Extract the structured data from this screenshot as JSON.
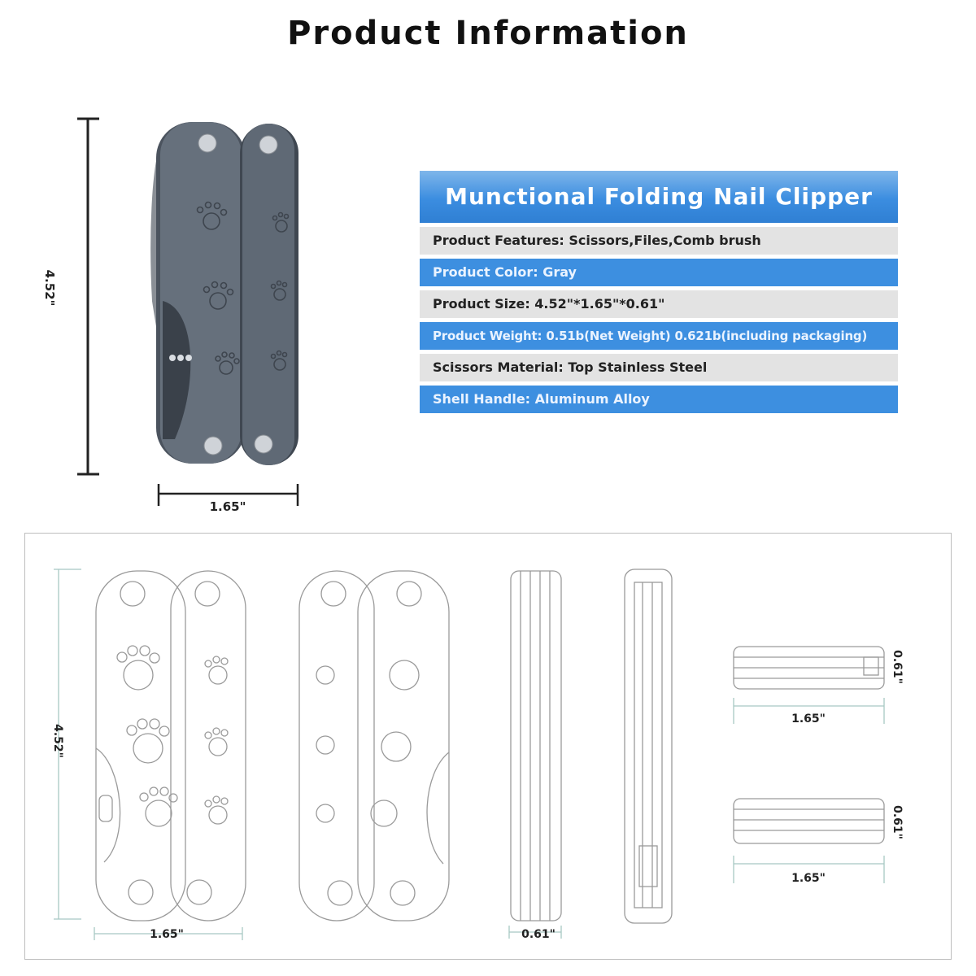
{
  "page": {
    "title": "Product Information"
  },
  "product_photo": {
    "height_label": "4.52\"",
    "width_label": "1.65\""
  },
  "info_table": {
    "header": "Munctional Folding Nail Clipper",
    "rows": [
      {
        "text": "Product Features:  Scissors,Files,Comb brush",
        "style": "gray"
      },
      {
        "text": "Product Color: Gray",
        "style": "blue"
      },
      {
        "text": "Product Size: 4.52\"*1.65\"*0.61\"",
        "style": "gray"
      },
      {
        "text": "Product Weight: 0.51b(Net Weight) 0.621b(including packaging)",
        "style": "blue"
      },
      {
        "text": "Scissors Material: Top Stainless Steel",
        "style": "gray"
      },
      {
        "text": "Shell Handle: Aluminum Alloy",
        "style": "blue"
      }
    ]
  },
  "blueprint": {
    "height_label": "4.52\"",
    "front_width_label": "1.65\"",
    "side_width_label": "0.61\"",
    "top_view_width_label": "1.65\"",
    "top_view_thickness_label": "0.61\"",
    "bottom_view_width_label": "1.65\"",
    "bottom_view_thickness_label": "0.61\""
  },
  "colors": {
    "accent_blue": "#3d8fe0",
    "row_gray": "#e3e3e3",
    "handle_gray": "#5d6672",
    "line_gray": "#9a9a9a"
  }
}
